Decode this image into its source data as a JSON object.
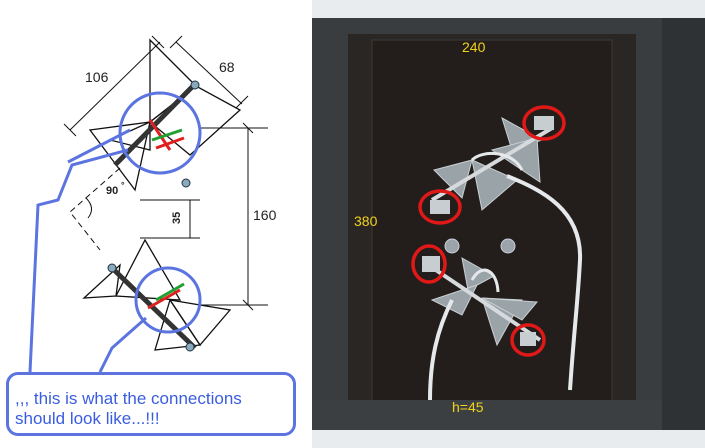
{
  "drawing": {
    "dimensions": {
      "d106": "106",
      "d68": "68",
      "d90": "90",
      "deg": "°",
      "d35": "35",
      "d160": "160"
    },
    "callout_text": ",,, this is what the connections should look like...!!!",
    "callout_color": "#5b74e0",
    "mark_red": "#e02020",
    "mark_green": "#20a030"
  },
  "photo": {
    "labels": {
      "top_width": "240",
      "height": "380",
      "bottom_depth": "h=45"
    },
    "label_color": "#f2d21a",
    "circle_color": "#e01818"
  }
}
